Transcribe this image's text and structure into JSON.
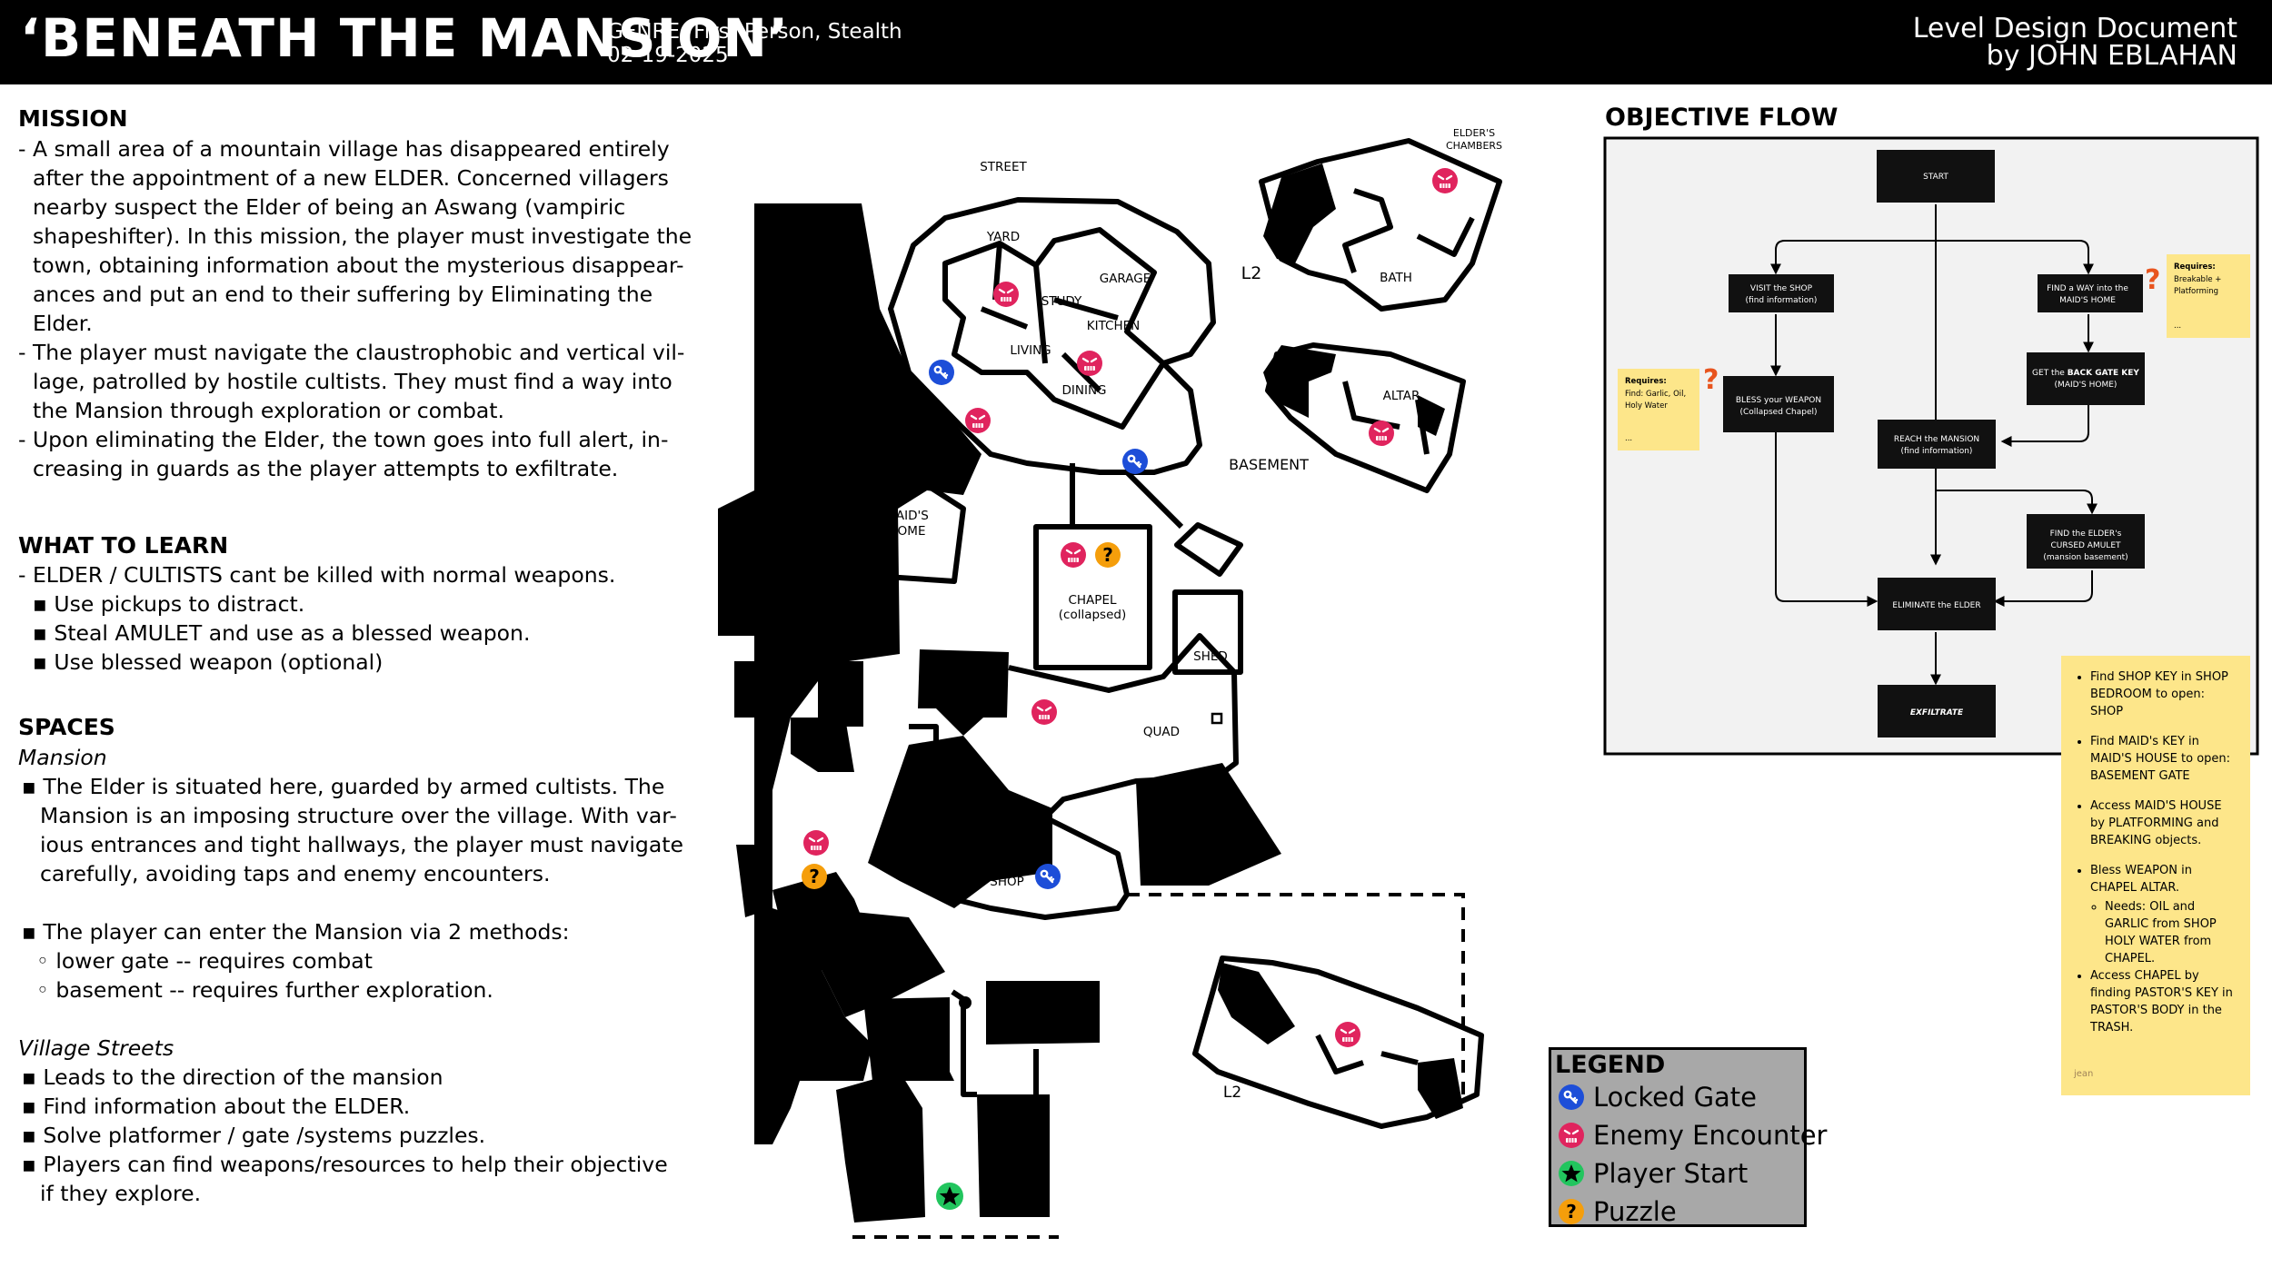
{
  "header": {
    "title": "‘BENEATH THE MANSION’",
    "genre": "GENRE: First Person, Stealth",
    "date": "02-19-2025",
    "doc_type": "Level Design Document",
    "author": "by JOHN EBLAHAN"
  },
  "mission": {
    "title": "MISSION",
    "lines": [
      "- A small area of a mountain village has disappeared entirely",
      "after the appointment of a new ELDER. Concerned villagers",
      "nearby suspect the Elder of being an Aswang (vampiric",
      "shapeshifter). In this mission, the player must investigate the",
      "town, obtaining information about the mysterious disappear-",
      "ances and put an end to their suffering by Eliminating the",
      "Elder.",
      "- The player must navigate the claustrophobic and vertical vil-",
      "lage, patrolled by hostile cultists. They must find a way into",
      "the Mansion through exploration or combat.",
      "- Upon eliminating the Elder, the town goes into full alert, in-",
      "creasing in guards as the player attempts to exfiltrate."
    ]
  },
  "learn": {
    "title": "WHAT TO LEARN",
    "lines": [
      "- ELDER / CULTISTS cant be killed with normal weapons.",
      "▪ Use pickups to distract.",
      "▪ Steal AMULET and use as a blessed weapon.",
      "▪ Use blessed weapon (optional)"
    ]
  },
  "spaces": {
    "title": "SPACES",
    "mansion_sub": "Mansion",
    "mansion_lines": [
      "▪ The Elder is situated here, guarded by armed cultists. The",
      "Mansion is an imposing structure over the village. With var-",
      "ious entrances and tight hallways, the player must navigate",
      "carefully, avoiding taps and enemy encounters.",
      "",
      "▪ The player can enter the Mansion via 2 methods:",
      "◦ lower gate -- requires combat",
      "◦ basement -- requires further exploration."
    ],
    "streets_sub": "Village Streets",
    "streets_lines": [
      "▪ Leads to the direction of the mansion",
      "▪ Find information about the ELDER.",
      "▪ Solve platformer / gate /systems puzzles.",
      "▪ Players can find weapons/resources to help their objective",
      "if they explore."
    ]
  },
  "map": {
    "labels": {
      "street": "STREET",
      "yard": "YARD",
      "garage": "GARAGE",
      "study": "STUDY",
      "kitchen": "KITCHEN",
      "living": "LIVING",
      "dining": "DINING",
      "l2_top": "L2",
      "elders_chambers_1": "ELDER'S",
      "elders_chambers_2": "CHAMBERS",
      "bath": "BATH",
      "altar": "ALTAR",
      "basement": "BASEMENT",
      "maids_home_1": "MAID'S",
      "maids_home_2": "HOME",
      "chapel_1": "CHAPEL",
      "chapel_2": "(collapsed)",
      "shed": "SHED",
      "quad": "QUAD",
      "shop": "SHOP",
      "l2_bottom": "L2"
    },
    "colors": {
      "walls": "#000000",
      "locked": "#1d4ed8",
      "enemy": "#e0245e",
      "start": "#22c55e",
      "puzzle": "#f59e0b"
    }
  },
  "legend": {
    "title": "LEGEND",
    "items": [
      {
        "label": "Locked Gate",
        "icon": "locked-gate-icon"
      },
      {
        "label": "Enemy Encounter",
        "icon": "enemy-encounter-icon"
      },
      {
        "label": "Player Start",
        "icon": "player-start-icon"
      },
      {
        "label": "Puzzle",
        "icon": "puzzle-icon"
      }
    ]
  },
  "flow": {
    "title": "OBJECTIVE FLOW",
    "nodes": {
      "start": "START",
      "visit_shop_1": "VISIT the SHOP",
      "visit_shop_2": "(find information)",
      "find_way_1": "FIND a WAY into the",
      "find_way_2": "MAID'S HOME",
      "bless_1": "BLESS your WEAPON",
      "bless_2": "(Collapsed Chapel)",
      "gate_key_1a": "GET the ",
      "gate_key_1b": "BACK GATE KEY",
      "gate_key_2": "(MAID'S HOME)",
      "reach_1": "REACH the MANSION",
      "reach_2": "(find information)",
      "amulet_1": "FIND the ELDER's",
      "amulet_2": "CURSED AMULET",
      "amulet_3": "(mansion basement)",
      "eliminate": "ELIMINATE the ELDER",
      "exfiltrate": "EXFILTRATE"
    },
    "note_left": {
      "heading": "Requires:",
      "lines": [
        "Find: Garlic, Oil,",
        "Holy Water"
      ],
      "footer": "..."
    },
    "note_right": {
      "heading": "Requires:",
      "lines": [
        "Breakable +",
        "Platforming"
      ],
      "footer": "..."
    }
  },
  "notes": {
    "items": [
      "Find SHOP KEY in SHOP BEDROOM to open: SHOP",
      "Find MAID's KEY in MAID'S HOUSE to open: BASEMENT GATE",
      "Access MAID'S HOUSE by PLATFORMING and BREAKING objects.",
      "Bless WEAPON in CHAPEL ALTAR.",
      "Access CHAPEL by finding PASTOR'S KEY in PASTOR'S BODY in the TRASH."
    ],
    "sub_items": [
      "Needs: OIL and GARLIC from SHOP",
      "HOLY WATER from CHAPEL."
    ],
    "signature": "jean"
  }
}
